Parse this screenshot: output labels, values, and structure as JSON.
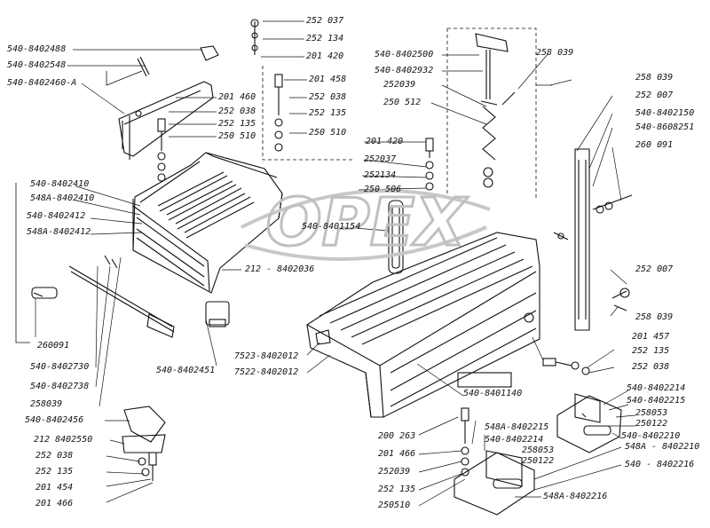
{
  "watermark": {
    "text": "OPEX",
    "color": "#c8c8c8"
  },
  "parts": [
    {
      "id": "p1",
      "text": "252 037"
    },
    {
      "id": "p2",
      "text": "540-8402488"
    },
    {
      "id": "p3",
      "text": "252 134"
    },
    {
      "id": "p4",
      "text": "201 420"
    },
    {
      "id": "p5",
      "text": "540-8402548"
    },
    {
      "id": "p6",
      "text": "540-8402460-A"
    },
    {
      "id": "p7",
      "text": "201 458"
    },
    {
      "id": "p8",
      "text": "201 460"
    },
    {
      "id": "p9",
      "text": "252 038"
    },
    {
      "id": "p10",
      "text": "252 135"
    },
    {
      "id": "p11",
      "text": "250 510"
    },
    {
      "id": "p12",
      "text": "252 038"
    },
    {
      "id": "p13",
      "text": "252 135"
    },
    {
      "id": "p14",
      "text": "250 510"
    },
    {
      "id": "p15",
      "text": "540-8402500"
    },
    {
      "id": "p16",
      "text": "540-8402932"
    },
    {
      "id": "p17",
      "text": "252039"
    },
    {
      "id": "p18",
      "text": "250 512"
    },
    {
      "id": "p19",
      "text": "258 039"
    },
    {
      "id": "p20",
      "text": "258 039"
    },
    {
      "id": "p21",
      "text": "252 007"
    },
    {
      "id": "p22",
      "text": "540-8402150"
    },
    {
      "id": "p23",
      "text": "540-8608251"
    },
    {
      "id": "p24",
      "text": "260 091"
    },
    {
      "id": "p25",
      "text": "201 420"
    },
    {
      "id": "p26",
      "text": "252037"
    },
    {
      "id": "p27",
      "text": "252134"
    },
    {
      "id": "p28",
      "text": "250 506"
    },
    {
      "id": "p29",
      "text": "540-8402410"
    },
    {
      "id": "p30",
      "text": "548A-8402410"
    },
    {
      "id": "p31",
      "text": "540-8402412"
    },
    {
      "id": "p32",
      "text": "548A-8402412"
    },
    {
      "id": "p33",
      "text": "540-8401154"
    },
    {
      "id": "p34",
      "text": "212 - 8402036"
    },
    {
      "id": "p35",
      "text": "252 007"
    },
    {
      "id": "p36",
      "text": "258 039"
    },
    {
      "id": "p37",
      "text": "201 457"
    },
    {
      "id": "p38",
      "text": "252 135"
    },
    {
      "id": "p39",
      "text": "252 038"
    },
    {
      "id": "p40",
      "text": "260091"
    },
    {
      "id": "p41",
      "text": "540-8402730"
    },
    {
      "id": "p42",
      "text": "540-8402738"
    },
    {
      "id": "p43",
      "text": "258039"
    },
    {
      "id": "p44",
      "text": "540-8402451"
    },
    {
      "id": "p45",
      "text": "7523-8402012"
    },
    {
      "id": "p46",
      "text": "7522-8402012"
    },
    {
      "id": "p47",
      "text": "540-8401140"
    },
    {
      "id": "p48",
      "text": "540-8402214"
    },
    {
      "id": "p49",
      "text": "540-8402215"
    },
    {
      "id": "p50",
      "text": "258053"
    },
    {
      "id": "p51",
      "text": "250122"
    },
    {
      "id": "p52",
      "text": "540-8402210"
    },
    {
      "id": "p53",
      "text": "540-8402456"
    },
    {
      "id": "p54",
      "text": "212 8402550"
    },
    {
      "id": "p55",
      "text": "252 038"
    },
    {
      "id": "p56",
      "text": "252 135"
    },
    {
      "id": "p57",
      "text": "201 454"
    },
    {
      "id": "p58",
      "text": "201 466"
    },
    {
      "id": "p59",
      "text": "200 263"
    },
    {
      "id": "p60",
      "text": "201 466"
    },
    {
      "id": "p61",
      "text": "252039"
    },
    {
      "id": "p62",
      "text": "252 135"
    },
    {
      "id": "p63",
      "text": "250510"
    },
    {
      "id": "p64",
      "text": "548A-8402215"
    },
    {
      "id": "p65",
      "text": "540-8402214"
    },
    {
      "id": "p66",
      "text": "258053"
    },
    {
      "id": "p67",
      "text": "250122"
    },
    {
      "id": "p68",
      "text": "548A - 8402210"
    },
    {
      "id": "p69",
      "text": "540 - 8402216"
    },
    {
      "id": "p70",
      "text": "548A-8402216"
    }
  ]
}
